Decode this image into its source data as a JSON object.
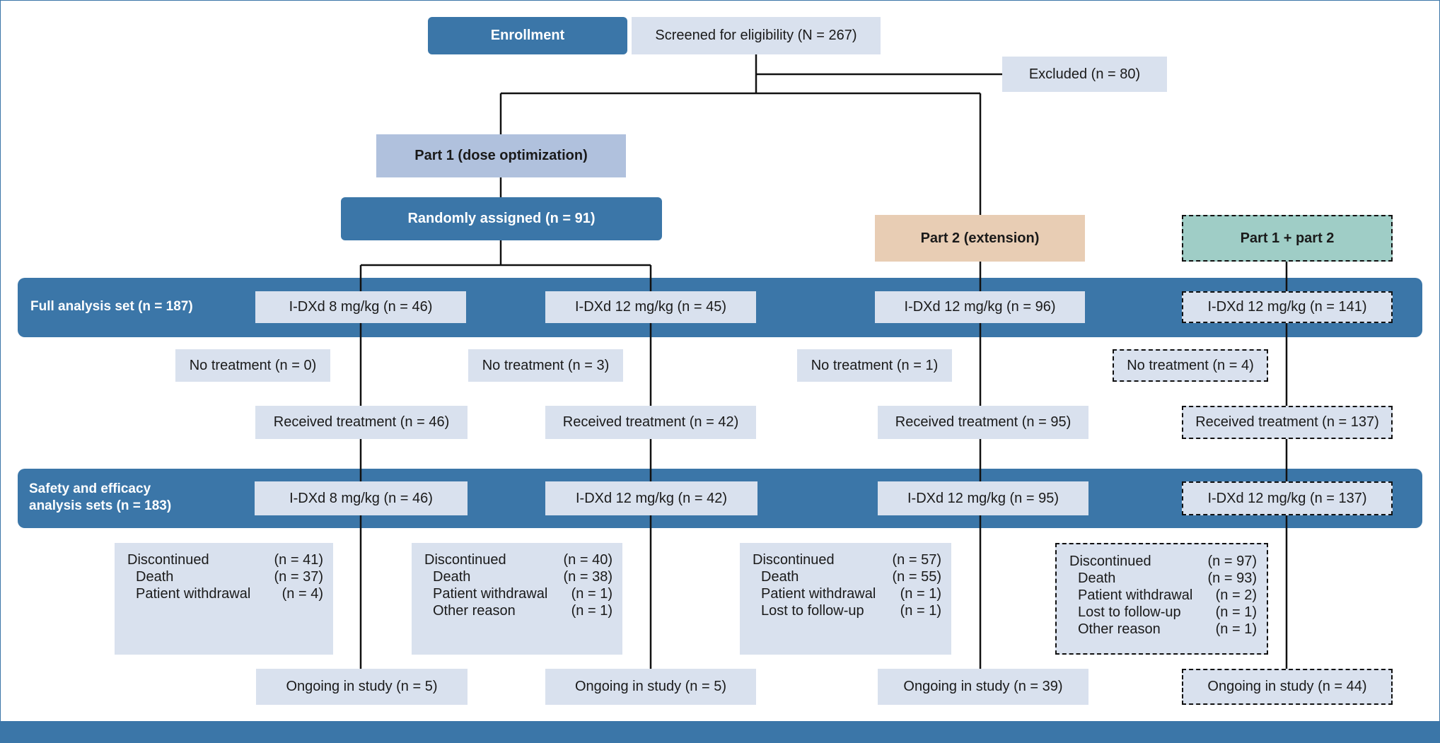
{
  "enrollment": {
    "label": "Enrollment",
    "screened": "Screened for eligibility (N = 267)",
    "excluded": "Excluded (n = 80)"
  },
  "part1": {
    "label": "Part 1 (dose optimization)",
    "randomized": "Randomly assigned (n = 91)"
  },
  "part2": {
    "label": "Part 2 (extension)"
  },
  "part12": {
    "label": "Part 1 + part 2"
  },
  "full_analysis": {
    "label": "Full analysis set (n = 187)",
    "arms": [
      "I-DXd 8 mg/kg (n = 46)",
      "I-DXd 12 mg/kg (n = 45)",
      "I-DXd 12 mg/kg (n = 96)",
      "I-DXd 12 mg/kg (n = 141)"
    ]
  },
  "no_treatment": [
    "No treatment (n = 0)",
    "No treatment (n = 3)",
    "No treatment (n = 1)",
    "No treatment (n = 4)"
  ],
  "received_treatment": [
    "Received treatment (n = 46)",
    "Received treatment (n = 42)",
    "Received treatment (n = 95)",
    "Received treatment (n = 137)"
  ],
  "safety_analysis": {
    "label": "Safety and efficacy\nanalysis sets (n = 183)",
    "arms": [
      "I-DXd 8 mg/kg (n = 46)",
      "I-DXd 12 mg/kg (n = 42)",
      "I-DXd 12 mg/kg (n = 95)",
      "I-DXd 12 mg/kg (n = 137)"
    ]
  },
  "discontinued": [
    {
      "rows": [
        {
          "label": "Discontinued",
          "value": "(n = 41)",
          "sub": false
        },
        {
          "label": "Death",
          "value": "(n = 37)",
          "sub": true
        },
        {
          "label": "Patient withdrawal",
          "value": "(n = 4)",
          "sub": true
        }
      ]
    },
    {
      "rows": [
        {
          "label": "Discontinued",
          "value": "(n = 40)",
          "sub": false
        },
        {
          "label": "Death",
          "value": "(n = 38)",
          "sub": true
        },
        {
          "label": "Patient withdrawal",
          "value": "(n = 1)",
          "sub": true
        },
        {
          "label": "Other reason",
          "value": "(n = 1)",
          "sub": true
        }
      ]
    },
    {
      "rows": [
        {
          "label": "Discontinued",
          "value": "(n = 57)",
          "sub": false
        },
        {
          "label": "Death",
          "value": "(n = 55)",
          "sub": true
        },
        {
          "label": "Patient withdrawal",
          "value": "(n = 1)",
          "sub": true
        },
        {
          "label": "Lost to follow-up",
          "value": "(n = 1)",
          "sub": true
        }
      ]
    },
    {
      "rows": [
        {
          "label": "Discontinued",
          "value": "(n = 97)",
          "sub": false
        },
        {
          "label": "Death",
          "value": "(n = 93)",
          "sub": true
        },
        {
          "label": "Patient withdrawal",
          "value": "(n = 2)",
          "sub": true
        },
        {
          "label": "Lost to follow-up",
          "value": "(n = 1)",
          "sub": true
        },
        {
          "label": "Other reason",
          "value": "(n = 1)",
          "sub": true
        }
      ]
    }
  ],
  "ongoing": [
    "Ongoing in study (n = 5)",
    "Ongoing in study (n = 5)",
    "Ongoing in study (n = 39)",
    "Ongoing in study (n = 44)"
  ],
  "colors": {
    "primary_blue": "#3b76a8",
    "light_box": "#d9e1ee",
    "part1": "#b0c1dd",
    "part2": "#e8cdb4",
    "part12": "#9fcdc6"
  }
}
